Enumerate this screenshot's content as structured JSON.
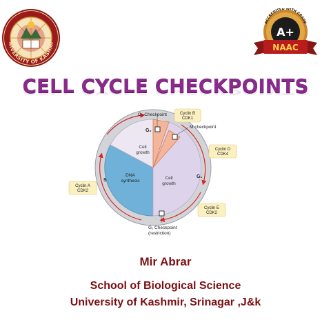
{
  "slide": {
    "title": "CELL CYCLE CHECKPOINTS",
    "author": "Mir Abrar",
    "school": "School of Biological Science",
    "university": "University of Kashmir, Srinagar ,J&k"
  },
  "logos": {
    "left_ring_text": "UNIVERSITY OF KASHMIR",
    "right_grade": "A+",
    "right_banner": "NAAC",
    "right_arc_text": "ACCREDITED WITH GRADE"
  },
  "diagram": {
    "g2_checkpoint": "G₂ Checkpoint",
    "m_checkpoint": "M checkpoint",
    "g1_checkpoint_line1": "G₁ Checkpoint",
    "g1_checkpoint_line2": "(restriction)",
    "cyclin_b_line1": "Cyclin B",
    "cyclin_b_line2": "CDK1",
    "cyclin_d_line1": "Cyclin D",
    "cyclin_d_line2": "CDK4",
    "cyclin_a_line1": "Cyclin A",
    "cyclin_a_line2": "CDK2",
    "cyclin_e_line1": "Cyclin E",
    "cyclin_e_line2": "CDK2",
    "phase_g2": "G₂",
    "phase_s": "S",
    "phase_g1": "G₁",
    "region_cell_growth_top_line1": "Cell",
    "region_cell_growth_top_line2": "growth",
    "region_dna_line1": "DNA",
    "region_dna_line2": "synthesis",
    "region_cell_growth_right_line1": "Cell",
    "region_cell_growth_right_line2": "growth",
    "colors": {
      "dna_synthesis": "#6fb1d8",
      "g1_growth": "#ddd4ec",
      "g2_growth": "#ece7f0",
      "mitosis_wedge": "#f3b69a",
      "outer_ring": "#d2d4d8",
      "cyclin_box": "#fbf0c0",
      "arrow": "#d9262b"
    }
  }
}
